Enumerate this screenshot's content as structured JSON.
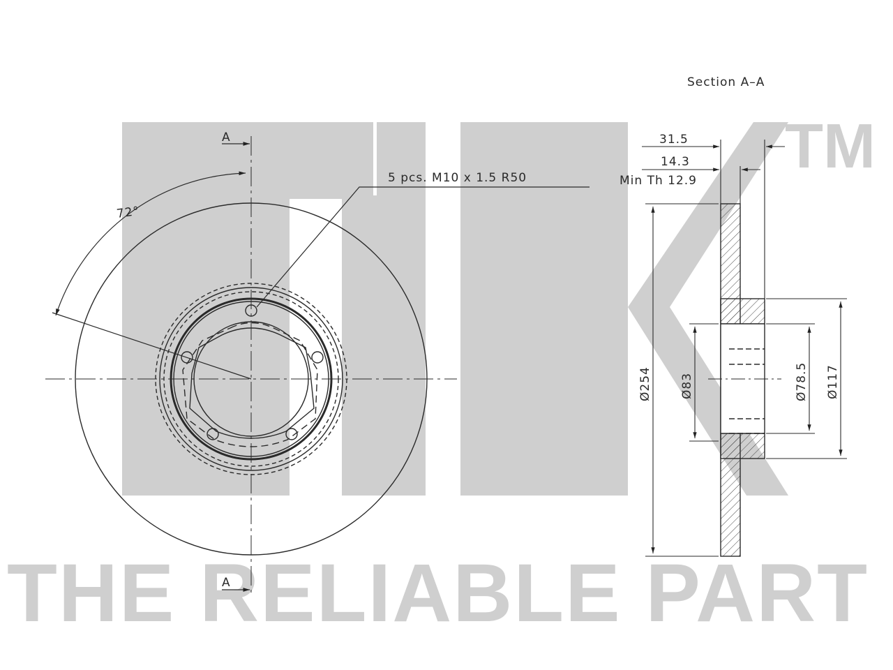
{
  "watermark": {
    "brand_logo": "NK",
    "trademark": "TM",
    "tagline": "THE RELIABLE PART"
  },
  "drawing": {
    "section_title": "Section A–A",
    "section_marker_top": "A",
    "section_marker_bottom": "A",
    "angle_label": "72°",
    "bolt_callout": "5 pcs. M10 x 1.5 R50",
    "dims": {
      "total_height": "31.5",
      "hub_height": "14.3",
      "min_thickness": "Min Th 12.9",
      "outer_diameter": "Ø254",
      "hub_bore": "Ø83",
      "center_bore": "Ø78.5",
      "hub_diameter": "Ø117"
    }
  }
}
